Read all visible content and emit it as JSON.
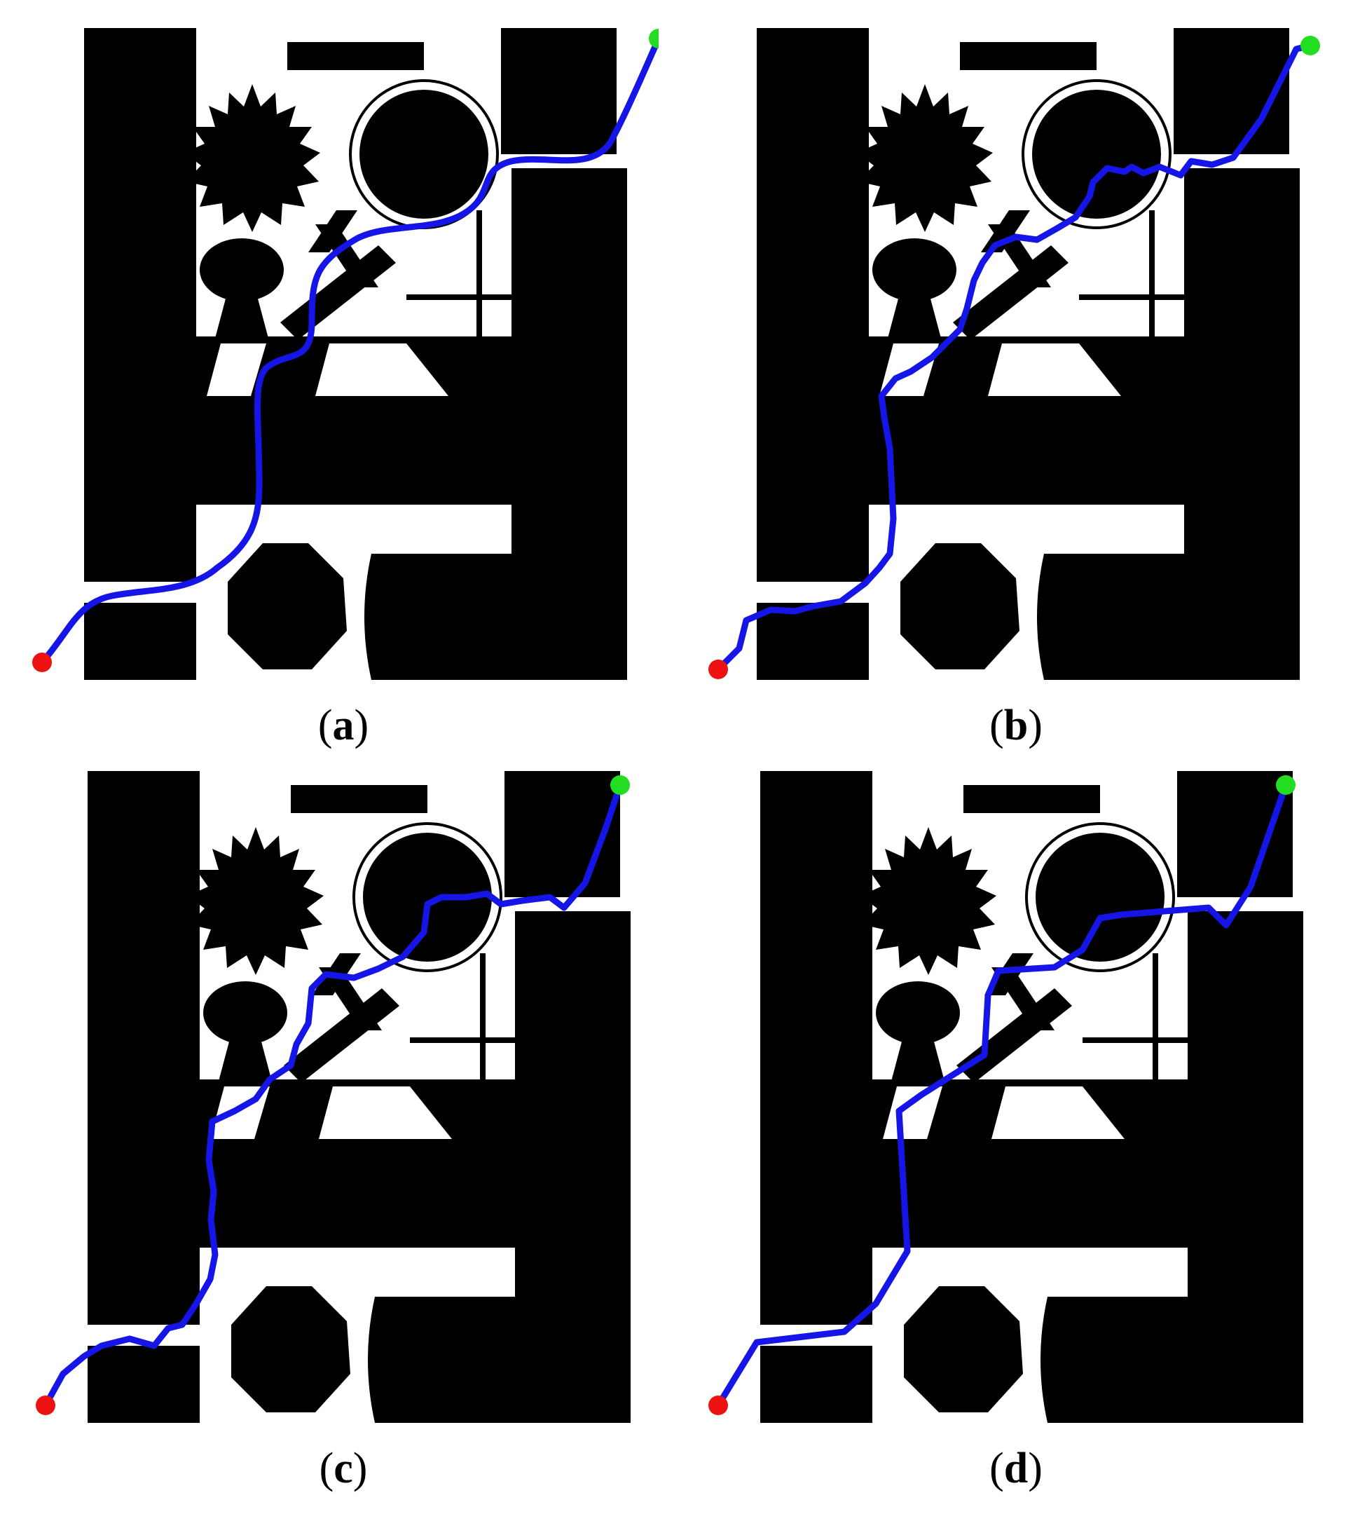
{
  "figure": {
    "panels": [
      {
        "id": "a",
        "label": "a",
        "path_style": "smooth"
      },
      {
        "id": "b",
        "label": "b",
        "path_style": "jagged"
      },
      {
        "id": "c",
        "label": "c",
        "path_style": "very-jagged"
      },
      {
        "id": "d",
        "label": "d",
        "path_style": "straight-segments"
      }
    ],
    "colors": {
      "obstacle": "#000000",
      "free_space": "#ffffff",
      "path": "#1515e8",
      "start_point": "#ee1111",
      "goal_point": "#22dd22"
    }
  }
}
